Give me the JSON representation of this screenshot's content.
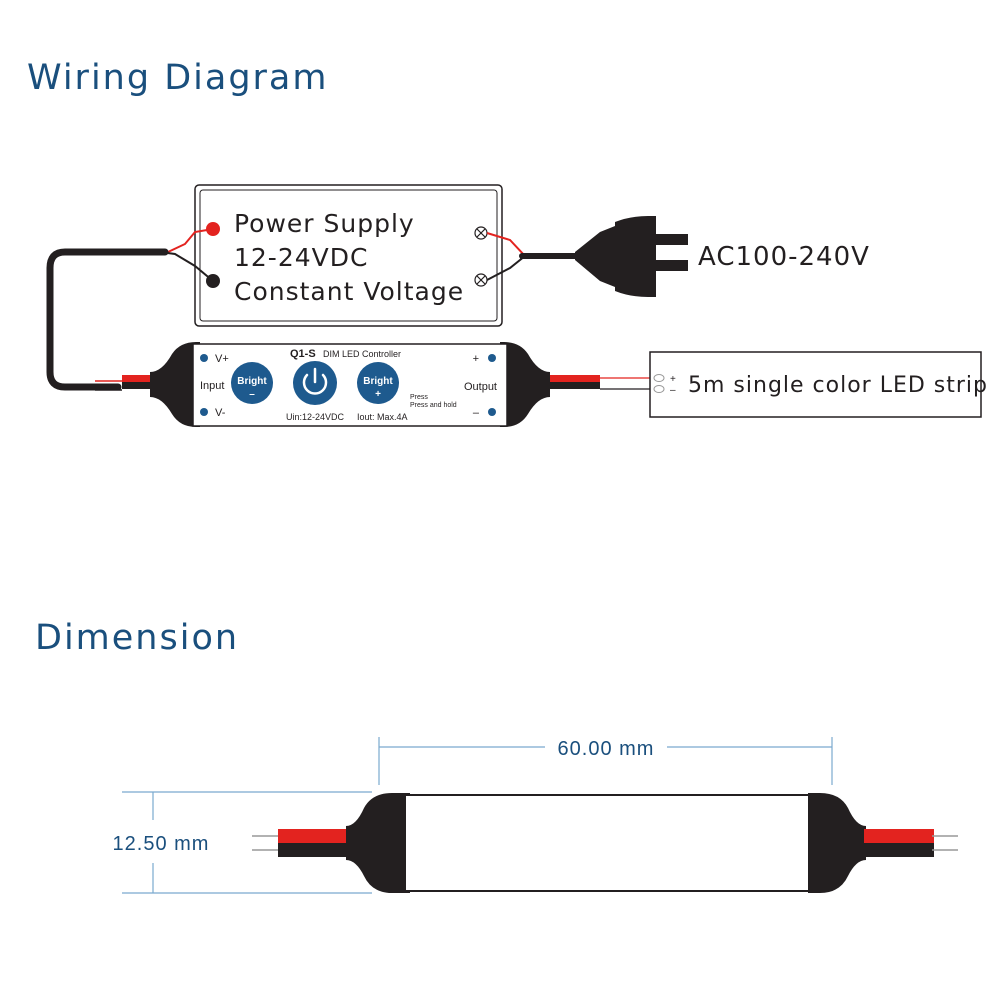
{
  "headings": {
    "wiring": "Wiring Diagram",
    "dimension": "Dimension"
  },
  "power_supply": {
    "line1": "Power Supply",
    "line2": "12-24VDC",
    "line3": "Constant Voltage"
  },
  "ac_input": "AC100-240V",
  "controller": {
    "model": "Q1-S",
    "name": "DIM LED Controller",
    "input_label": "Input",
    "output_label": "Output",
    "vplus": "V+",
    "vminus": "V-",
    "plus": "+",
    "minus": "–",
    "btn_left_top": "Bright",
    "btn_left_bottom": "–",
    "btn_right_top": "Bright",
    "btn_right_bottom": "+",
    "press": "Press",
    "press_hold": "Press and hold",
    "uin": "Uin:12-24VDC",
    "iout": "Iout: Max.4A"
  },
  "led_strip": {
    "plus": "+",
    "minus": "–",
    "label": "5m single color LED strip"
  },
  "dimensions": {
    "length": "60.00 mm",
    "height": "12.50 mm"
  },
  "colors": {
    "heading": "#1a4f7d",
    "button_blue": "#1e5a8e",
    "wire_red": "#e3231f",
    "wire_black": "#231f20"
  }
}
